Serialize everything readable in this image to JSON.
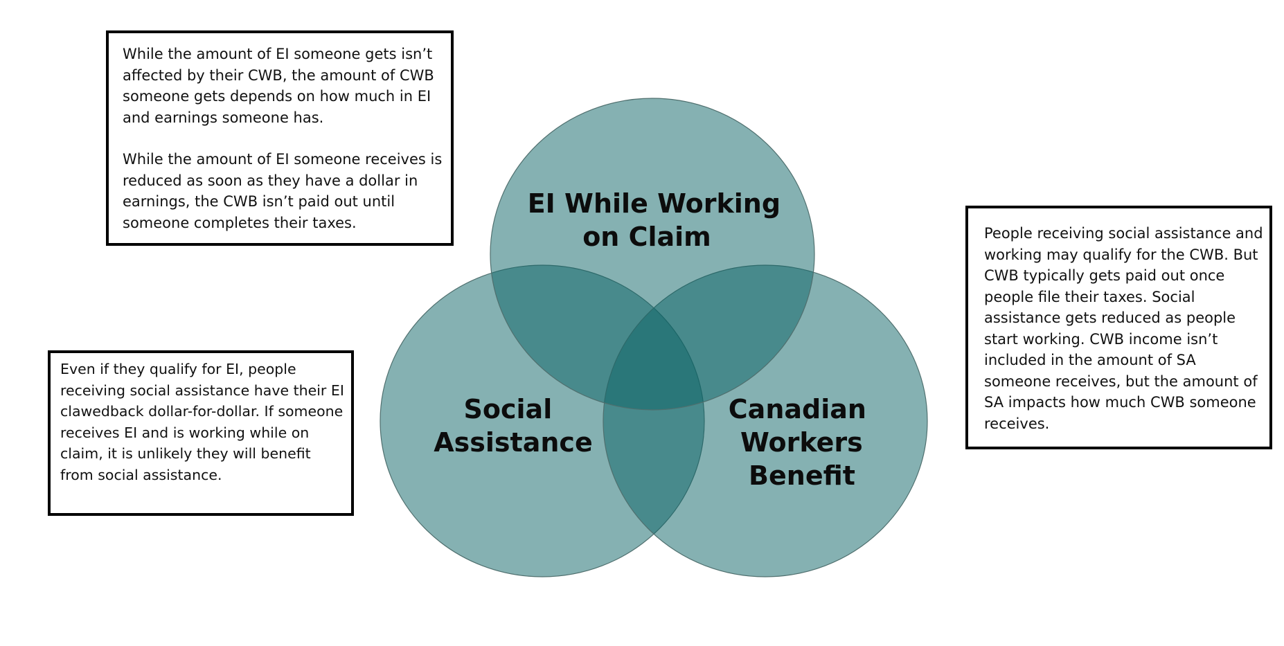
{
  "venn": {
    "fill_color": "#0b6466",
    "stroke_color": "#4f6f6e",
    "sets": [
      {
        "id": "ei",
        "label_lines": [
          "EI While Working",
          "on Claim"
        ]
      },
      {
        "id": "sa",
        "label_lines": [
          "Social",
          "Assistance"
        ]
      },
      {
        "id": "cwb",
        "label_lines": [
          "Canadian",
          "Workers",
          "Benefit"
        ]
      }
    ]
  },
  "notes": {
    "top_left": {
      "paragraph_1": "While the amount of EI someone gets isn’t affected by their CWB, the amount of CWB someone gets depends on how much in EI and earnings someone has.",
      "paragraph_2": "While the amount of EI someone receives is reduced as soon as they have a dollar in earnings, the CWB isn’t paid out until someone completes their taxes."
    },
    "left": {
      "text": "Even if they qualify for EI, people receiving social assistance have their EI clawedback dollar-for-dollar. If someone receives EI and is working while on claim, it is unlikely they will benefit from social assistance."
    },
    "right": {
      "text": "People receiving social assistance and working may qualify for the CWB. But CWB typically gets paid out once people file their taxes. Social assistance gets reduced as people start working. CWB income isn’t included in the amount of SA someone receives, but the amount of SA impacts how much CWB someone receives."
    }
  }
}
